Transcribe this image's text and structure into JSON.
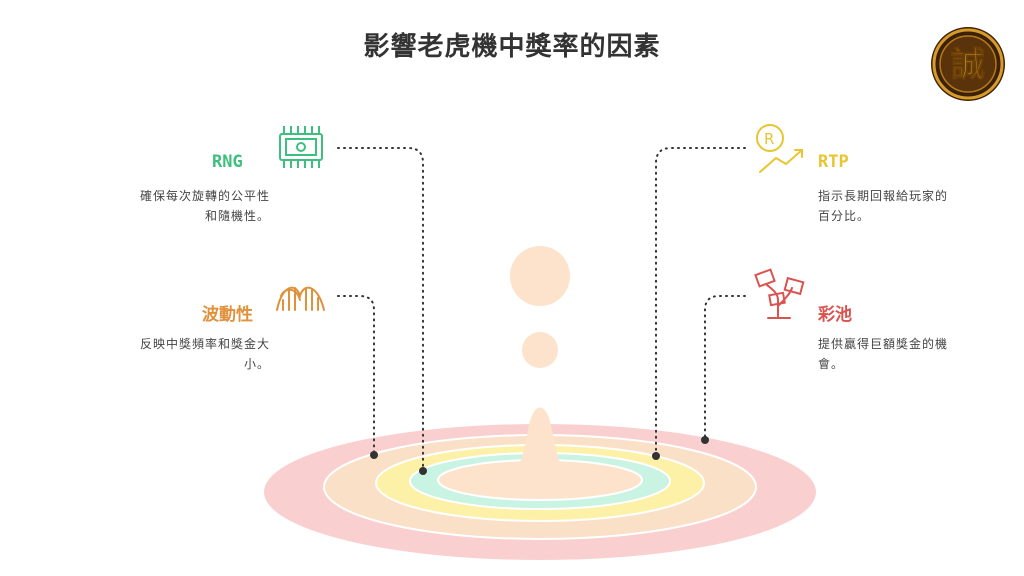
{
  "title": "影響老虎機中獎率的因素",
  "logo": {
    "char": "誠",
    "name": "badge-logo"
  },
  "factors": [
    {
      "key": "rng",
      "label": "RNG",
      "color": "#3fbf7f",
      "icon": "chip-icon",
      "desc": [
        "確保每次旋轉的公平性",
        "和隨機性。"
      ]
    },
    {
      "key": "volatility",
      "label": "波動性",
      "color": "#e0913b",
      "icon": "rollercoaster-icon",
      "desc": [
        "反映中獎頻率和獎金大",
        "小。"
      ]
    },
    {
      "key": "rtp",
      "label": "RTP",
      "color": "#e8c531",
      "icon": "growth-arrow-icon",
      "desc": [
        "指示長期回報給玩家的",
        "百分比。"
      ]
    },
    {
      "key": "jackpot",
      "label": "彩池",
      "color": "#d9534f",
      "icon": "money-tree-icon",
      "desc": [
        "提供贏得巨額獎金的機",
        "會。"
      ]
    }
  ],
  "colors": {
    "ring_outer": "#f9cfcf",
    "ring_2": "#fbe0c8",
    "ring_3": "#fcf1a6",
    "ring_4": "#c9f3e2",
    "center": "#fde3cc",
    "dot": "#333333"
  }
}
